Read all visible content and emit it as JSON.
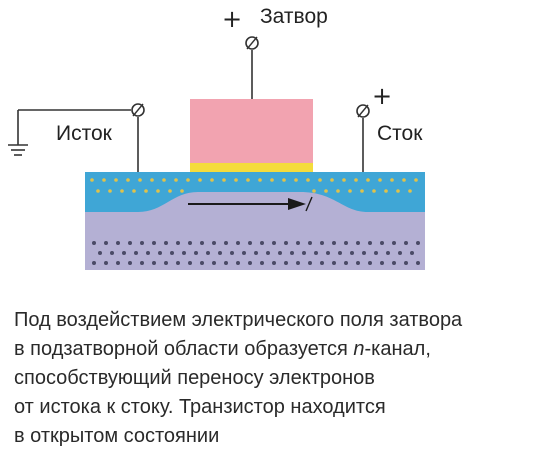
{
  "labels": {
    "gate_sign": "+",
    "gate": "Затвор",
    "source": "Исток",
    "drain_sign": "+",
    "drain": "Сток"
  },
  "caption": {
    "line1": "Под воздействием электрического поля затвора",
    "line2_before": "в подзатворной области образуется ",
    "line2_italic": "n",
    "line2_after": "-канал,",
    "line3": "способствующий переносу электронов",
    "line4": "от истока к стоку. Транзистор находится",
    "line5": "в открытом состоянии"
  },
  "colors": {
    "gate_body": "#f2a3b0",
    "gate_oxide": "#f4dc3c",
    "n_region": "#3fa6d6",
    "substrate": "#b4b0d4",
    "dots_n": "#e0c24a",
    "dots_substrate": "#4a4a66",
    "arrow": "#1a1a1a",
    "wire": "#333333"
  },
  "icons": [
    "terminal-gate-icon",
    "terminal-source-icon",
    "terminal-drain-icon",
    "ground-icon",
    "electron-flow-arrow-icon"
  ]
}
